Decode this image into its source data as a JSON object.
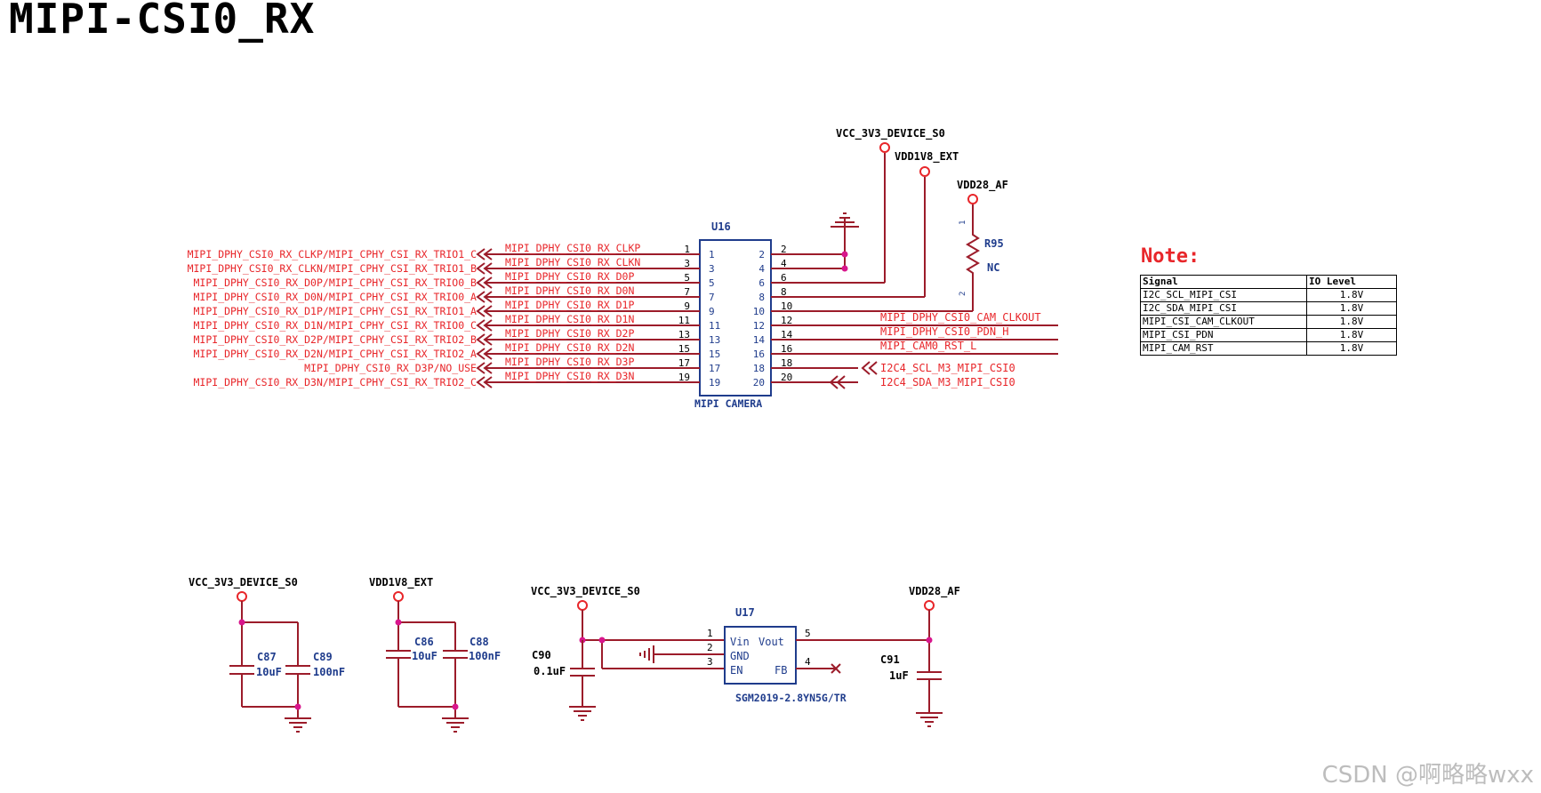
{
  "title": "MIPI-CSI0_RX",
  "watermark": "CSDN @啊略略wxx",
  "connector": {
    "ref": "U16",
    "name": "MIPI CAMERA",
    "left_pins": [
      "1",
      "3",
      "5",
      "7",
      "9",
      "11",
      "13",
      "15",
      "17",
      "19"
    ],
    "right_pins": [
      "2",
      "4",
      "6",
      "8",
      "10",
      "12",
      "14",
      "16",
      "18",
      "20"
    ]
  },
  "left_nets": [
    "MIPI_DPHY_CSI0_RX_CLKP/MIPI_CPHY_CSI_RX_TRIO1_C",
    "MIPI_DPHY_CSI0_RX_CLKN/MIPI_CPHY_CSI_RX_TRIO1_B",
    "MIPI_DPHY_CSI0_RX_D0P/MIPI_CPHY_CSI_RX_TRIO0_B",
    "MIPI_DPHY_CSI0_RX_D0N/MIPI_CPHY_CSI_RX_TRIO0_A",
    "MIPI_DPHY_CSI0_RX_D1P/MIPI_CPHY_CSI_RX_TRIO1_A",
    "MIPI_DPHY_CSI0_RX_D1N/MIPI_CPHY_CSI_RX_TRIO0_C",
    "MIPI_DPHY_CSI0_RX_D2P/MIPI_CPHY_CSI_RX_TRIO2_B",
    "MIPI_DPHY_CSI0_RX_D2N/MIPI_CPHY_CSI_RX_TRIO2_A",
    "MIPI_DPHY_CSI0_RX_D3P/NO_USE",
    "MIPI_DPHY_CSI0_RX_D3N/MIPI_CPHY_CSI_RX_TRIO2_C"
  ],
  "wire_labels": [
    "MIPI_DPHY_CSI0_RX_CLKP",
    "MIPI_DPHY_CSI0_RX_CLKN",
    "MIPI_DPHY_CSI0_RX_D0P",
    "MIPI_DPHY_CSI0_RX_D0N",
    "MIPI_DPHY_CSI0_RX_D1P",
    "MIPI_DPHY_CSI0_RX_D1N",
    "MIPI_DPHY_CSI0_RX_D2P",
    "MIPI_DPHY_CSI0_RX_D2N",
    "MIPI_DPHY_CSI0_RX_D3P",
    "MIPI_DPHY_CSI0_RX_D3N"
  ],
  "right_nets": {
    "cam_clkout": "MIPI_DPHY_CSI0_CAM_CLKOUT",
    "pdn": "MIPI_DPHY_CSI0_PDN_H",
    "rst": "MIPI_CAM0_RST_L",
    "scl": "I2C4_SCL_M3_MIPI_CSI0",
    "sda": "I2C4_SDA_M3_MIPI_CSI0"
  },
  "power": {
    "vcc3v3": "VCC_3V3_DEVICE_S0",
    "vdd1v8": "VDD1V8_EXT",
    "vdd28": "VDD28_AF"
  },
  "resistor": {
    "ref": "R95",
    "value": "NC",
    "pin1": "1",
    "pin2": "2"
  },
  "caps": {
    "c87": {
      "ref": "C87",
      "value": "10uF"
    },
    "c89": {
      "ref": "C89",
      "value": "100nF"
    },
    "c86": {
      "ref": "C86",
      "value": "10uF"
    },
    "c88": {
      "ref": "C88",
      "value": "100nF"
    },
    "c90": {
      "ref": "C90",
      "value": "0.1uF"
    },
    "c91": {
      "ref": "C91",
      "value": "1uF"
    }
  },
  "ldo": {
    "ref": "U17",
    "part": "SGM2019-2.8YN5G/TR",
    "pin_labels": [
      "Vin",
      "Vout",
      "GND",
      "EN",
      "FB"
    ],
    "pins": [
      "1",
      "2",
      "3",
      "5",
      "4"
    ]
  },
  "note": {
    "title": "Note:",
    "headers": [
      "Signal",
      "IO Level"
    ],
    "rows": [
      {
        "signal": "I2C_SCL_MIPI_CSI",
        "level": "1.8V"
      },
      {
        "signal": "I2C_SDA_MIPI_CSI",
        "level": "1.8V"
      },
      {
        "signal": "MIPI_CSI_CAM_CLKOUT",
        "level": "1.8V"
      },
      {
        "signal": "MIPI_CSI_PDN",
        "level": "1.8V"
      },
      {
        "signal": "MIPI_CAM_RST",
        "level": "1.8V"
      }
    ]
  },
  "colors": {
    "net_label": "#e8262a",
    "wire": "#9c1c2a",
    "part": "#1f3c8c",
    "junction": "#d8168c"
  }
}
